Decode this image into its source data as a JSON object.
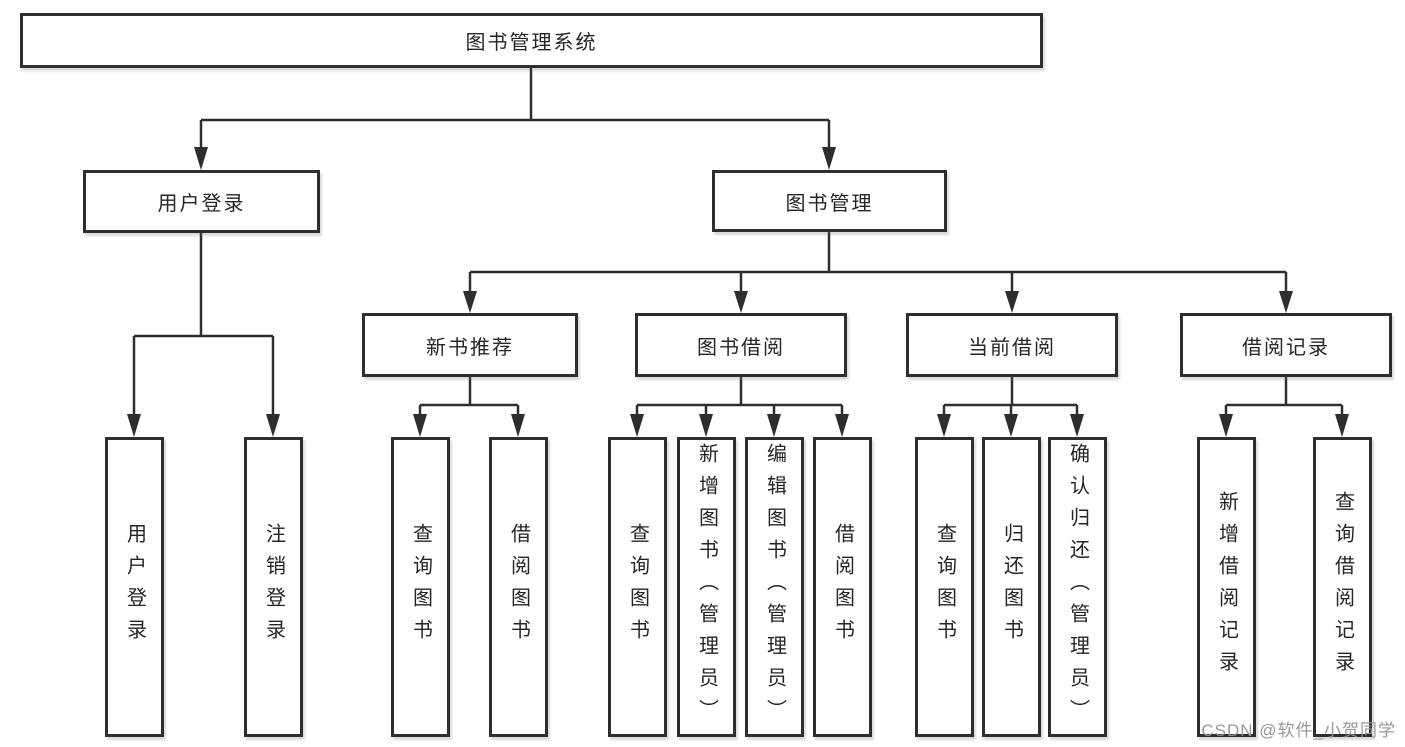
{
  "root": {
    "label": "图书管理系统"
  },
  "branches": [
    {
      "label": "用户登录",
      "children": [
        {
          "label": "用户登录"
        },
        {
          "label": "注销登录"
        }
      ]
    },
    {
      "label": "图书管理",
      "children": [
        {
          "label": "新书推荐",
          "children": [
            {
              "label": "查询图书"
            },
            {
              "label": "借阅图书"
            }
          ]
        },
        {
          "label": "图书借阅",
          "children": [
            {
              "label": "查询图书"
            },
            {
              "label": "新增图书（管理员）"
            },
            {
              "label": "编辑图书（管理员）"
            },
            {
              "label": "借阅图书"
            }
          ]
        },
        {
          "label": "当前借阅",
          "children": [
            {
              "label": "查询图书"
            },
            {
              "label": "归还图书"
            },
            {
              "label": "确认归还（管理员）"
            }
          ]
        },
        {
          "label": "借阅记录",
          "children": [
            {
              "label": "新增借阅记录"
            },
            {
              "label": "查询借阅记录"
            }
          ]
        }
      ]
    }
  ],
  "watermark": "CSDN @软件_小贺同学",
  "colors": {
    "line": "#2e2e2e",
    "border": "#2e2e2e",
    "text": "#262626",
    "watermark": "#949494",
    "background": "#ffffff"
  }
}
